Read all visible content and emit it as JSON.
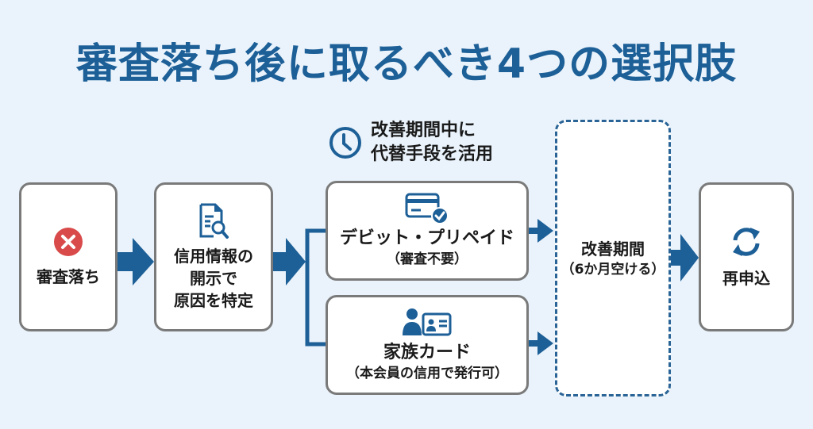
{
  "title": "審査落ち後に取るべき4つの選択肢",
  "colors": {
    "accent": "#1d5f97",
    "error": "#d94a4a",
    "box_border": "#7a7a7a",
    "background": "#eaf3fb"
  },
  "steps": {
    "rejected": {
      "label": "審査落ち",
      "icon": "x-circle-icon"
    },
    "disclosure": {
      "lines": [
        "信用情報の",
        "開示で",
        "原因を特定"
      ],
      "icon": "document-search-icon"
    },
    "note": {
      "lines": [
        "改善期間中に",
        "代替手段を活用"
      ],
      "icon": "clock-icon"
    },
    "debit": {
      "label": "デビット・プリペイド",
      "sub": "（審査不要）",
      "icon": "card-check-icon"
    },
    "family": {
      "label": "家族カード",
      "sub": "（本会員の信用で発行可）",
      "icon": "person-id-card-icon"
    },
    "improvement": {
      "label": "改善期間",
      "sub": "（6か月空ける）"
    },
    "reapply": {
      "label": "再申込",
      "icon": "refresh-icon"
    }
  }
}
